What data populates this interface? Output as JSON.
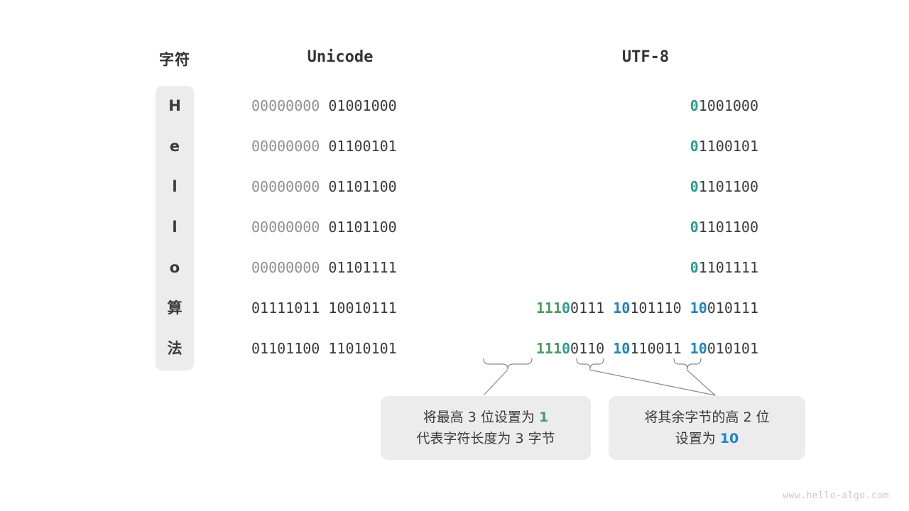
{
  "headers": {
    "character": "字符",
    "unicode": "Unicode",
    "utf8": "UTF-8"
  },
  "rows": [
    {
      "char": "H",
      "unicode_high": "00000000",
      "unicode_low": "01001000",
      "utf8_b1_flag": "0",
      "utf8_b1_rest": "1001000",
      "utf8_b2_flag": "",
      "utf8_b2_rest": "",
      "utf8_b3_flag": "",
      "utf8_b3_rest": ""
    },
    {
      "char": "e",
      "unicode_high": "00000000",
      "unicode_low": "01100101",
      "utf8_b1_flag": "0",
      "utf8_b1_rest": "1100101",
      "utf8_b2_flag": "",
      "utf8_b2_rest": "",
      "utf8_b3_flag": "",
      "utf8_b3_rest": ""
    },
    {
      "char": "l",
      "unicode_high": "00000000",
      "unicode_low": "01101100",
      "utf8_b1_flag": "0",
      "utf8_b1_rest": "1101100",
      "utf8_b2_flag": "",
      "utf8_b2_rest": "",
      "utf8_b3_flag": "",
      "utf8_b3_rest": ""
    },
    {
      "char": "l",
      "unicode_high": "00000000",
      "unicode_low": "01101100",
      "utf8_b1_flag": "0",
      "utf8_b1_rest": "1101100",
      "utf8_b2_flag": "",
      "utf8_b2_rest": "",
      "utf8_b3_flag": "",
      "utf8_b3_rest": ""
    },
    {
      "char": "o",
      "unicode_high": "00000000",
      "unicode_low": "01101111",
      "utf8_b1_flag": "0",
      "utf8_b1_rest": "1101111",
      "utf8_b2_flag": "",
      "utf8_b2_rest": "",
      "utf8_b3_flag": "",
      "utf8_b3_rest": ""
    },
    {
      "char": "算",
      "unicode_high": "01111011",
      "unicode_low": "10010111",
      "utf8_b1_lead": "111",
      "utf8_b1_flag": "0",
      "utf8_b1_rest": "0111",
      "utf8_b2_flag": "10",
      "utf8_b2_rest": "101110",
      "utf8_b3_flag": "10",
      "utf8_b3_rest": "010111"
    },
    {
      "char": "法",
      "unicode_high": "01101100",
      "unicode_low": "11010101",
      "utf8_b1_lead": "111",
      "utf8_b1_flag": "0",
      "utf8_b1_rest": "0110",
      "utf8_b2_flag": "10",
      "utf8_b2_rest": "110011",
      "utf8_b3_flag": "10",
      "utf8_b3_rest": "010101"
    }
  ],
  "callouts": [
    {
      "line1_pre": "将最高 3 位设置为 ",
      "line1_value": "1",
      "line1_value_color": "green",
      "line2": "代表字符长度为 3 字节"
    },
    {
      "line1": "将其余字节的高 2 位",
      "line2_pre": "设置为 ",
      "line2_value": "10",
      "line2_value_color": "blue"
    }
  ],
  "watermark": "www.hello-algo.com",
  "colors": {
    "green": "#4c9a5e",
    "teal": "#2e9e8f",
    "blue": "#1f84c4",
    "dim": "#8f8f8f",
    "text": "#3a3a3a",
    "panel": "#ececec"
  }
}
